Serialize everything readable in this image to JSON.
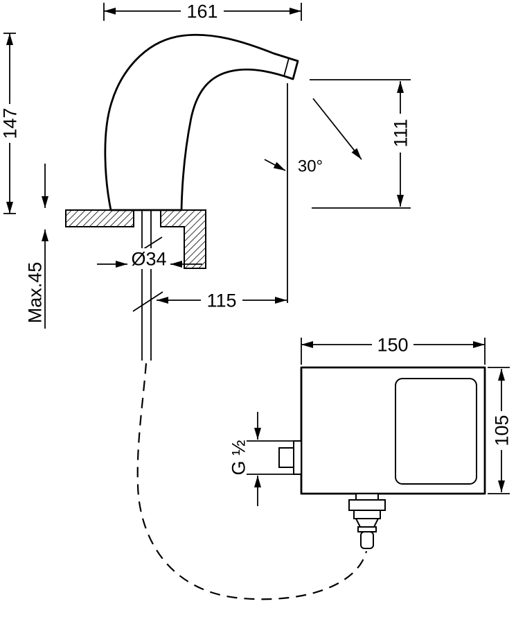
{
  "drawing": {
    "kind": "technical-dimension-drawing",
    "subject": "sensor basin faucet with control box and flexible hose",
    "colors": {
      "line": "#000000",
      "background": "#ffffff"
    }
  },
  "labels": {
    "spout_width": "161",
    "overall_height": "147",
    "outlet_height": "111",
    "angle": "30°",
    "hole_diameter": "Ø34",
    "projection": "115",
    "max_thickness": "Max.45",
    "box_width": "150",
    "box_height": "105",
    "inlet_thread": "G ½"
  }
}
